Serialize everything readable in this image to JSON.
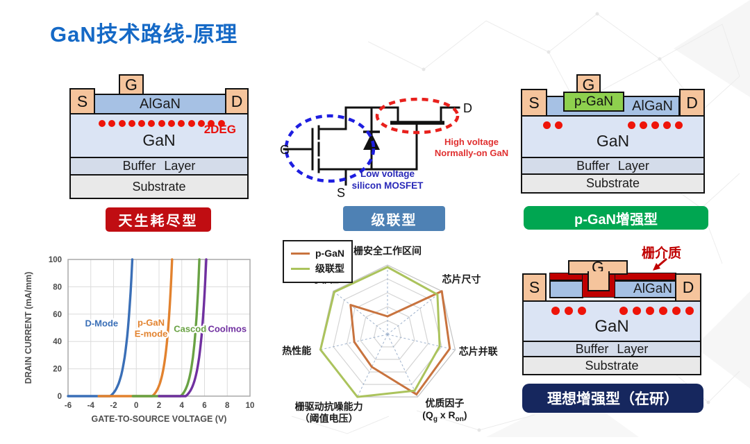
{
  "slide": {
    "title": "GaN技术路线-原理"
  },
  "colors": {
    "title_blue": "#1569c6",
    "badge_red": "#c00d12",
    "badge_steel_blue": "#4e81b4",
    "badge_green": "#00a651",
    "badge_navy": "#16275e",
    "contact_peach": "#f5c49c",
    "algan_blue": "#a6c1e4",
    "gan_light_blue": "#dbe4f4",
    "buffer_gray_blue": "#d4dcea",
    "substrate_gray": "#e9e9e9",
    "dot_red": "#ee1409",
    "dielectric_red": "#c00000",
    "pgan_green": "#8ed04e"
  },
  "diagrams": {
    "dmode": {
      "g": "G",
      "s": "S",
      "d": "D",
      "algan": "AlGaN",
      "gan": "GaN",
      "buffer": "Buffer Layer",
      "substrate": "Substrate",
      "deg": "2DEG",
      "badge": "天生耗尽型"
    },
    "cascode": {
      "g": "G",
      "s": "S",
      "d": "D",
      "low_label": [
        "Low voltage",
        "silicon MOSFET"
      ],
      "high_label": [
        "High voltage",
        "Normally-on GaN"
      ],
      "badge": "级联型"
    },
    "pgan": {
      "g": "G",
      "s": "S",
      "d": "D",
      "cap": "p-GaN",
      "algan": "AlGaN",
      "gan": "GaN",
      "buffer": "Buffer Layer",
      "substrate": "Substrate",
      "badge": "p-GaN增强型"
    },
    "ideal": {
      "g": "G",
      "s": "S",
      "d": "D",
      "dielectric": "栅介质",
      "algan": "AlGaN",
      "gan": "GaN",
      "buffer": "Buffer Layer",
      "substrate": "Substrate",
      "badge": "理想增强型（在研）"
    }
  },
  "chart_data": [
    {
      "type": "line",
      "xlabel": "GATE-TO-SOURCE VOLTAGE (V)",
      "ylabel": "DRAIN CURRENT (mA/mm)",
      "xlim": [
        -6,
        10
      ],
      "ylim": [
        0,
        100
      ],
      "xticks": [
        -6,
        -4,
        -2,
        0,
        2,
        4,
        6,
        8,
        10
      ],
      "yticks": [
        0,
        20,
        40,
        60,
        80,
        100
      ],
      "grid": true,
      "series": [
        {
          "name": [
            "D-Mode"
          ],
          "color": "#3a6fb7",
          "v_flat_start": -6.0,
          "v_threshold": -2.3,
          "v_at_full": -0.35,
          "label_at": {
            "v": -3.05,
            "i": 53
          }
        },
        {
          "name": [
            "p-GaN",
            "E-mode"
          ],
          "color": "#e2822e",
          "v_flat_start": -3.3,
          "v_threshold": 1.4,
          "v_at_full": 3.15,
          "label_at": {
            "v": 1.3,
            "i": 50
          }
        },
        {
          "name": [
            "Cascode"
          ],
          "color": "#69a244",
          "v_flat_start": -0.3,
          "v_threshold": 3.9,
          "v_at_full": 5.55,
          "label_at": {
            "v": 4.95,
            "i": 49
          }
        },
        {
          "name": [
            "Coolmos"
          ],
          "color": "#7030a0",
          "v_flat_start": 2.0,
          "v_threshold": 4.35,
          "v_at_full": 6.15,
          "label_at": {
            "v": 8.0,
            "i": 49
          }
        }
      ]
    },
    {
      "type": "radar",
      "levels": 5,
      "max": 5,
      "axes": [
        [
          "栅安全工作区间"
        ],
        [
          "芯片尺寸"
        ],
        [
          "芯片并联"
        ],
        [
          "优质因子",
          "(Q~g~ x R~on~)"
        ],
        [
          "栅驱动抗噪能力",
          "（阈值电压）"
        ],
        [
          "热性能"
        ],
        [
          "可靠性"
        ]
      ],
      "series": [
        {
          "name": "p-GaN",
          "color": "#c8733e",
          "values": [
            1.3,
            5.0,
            4.6,
            4.8,
            2.6,
            2.45,
            3.4
          ]
        },
        {
          "name": "级联型",
          "color": "#abc35c",
          "values": [
            4.85,
            4.6,
            3.85,
            4.5,
            5.0,
            4.95,
            4.9
          ]
        }
      ],
      "legend_position": "top-left"
    }
  ]
}
